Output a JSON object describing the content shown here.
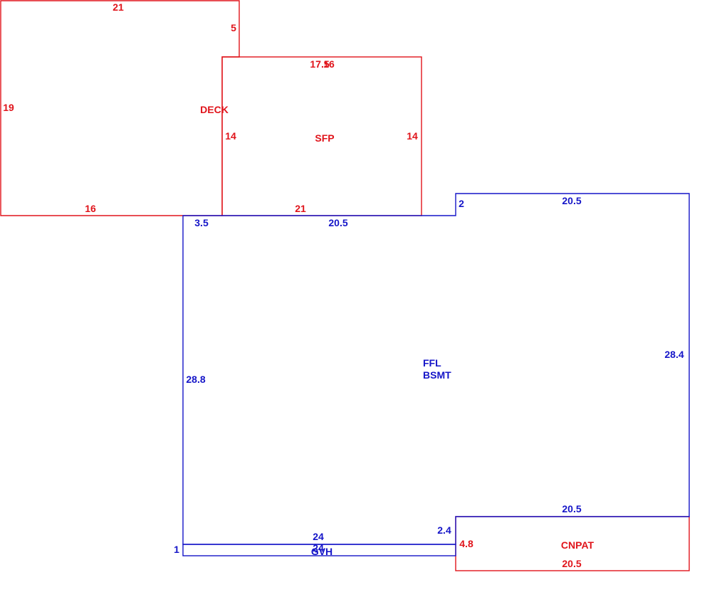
{
  "colors": {
    "red": "#e0141b",
    "blue": "#1515c8"
  },
  "areas": {
    "deck": {
      "name": "DECK",
      "dims": {
        "top": "21",
        "right_step": "5",
        "left": "19",
        "bottom": "16"
      }
    },
    "sfp": {
      "name": "SFP",
      "dims": {
        "top": "17.5",
        "top_overlap": "16",
        "left": "14",
        "right": "14",
        "bottom": "21"
      }
    },
    "main": {
      "name_line1": "FFL",
      "name_line2": "BSMT",
      "dims": {
        "top_left_step": "3.5",
        "top_left": "20.5",
        "step_up": "2",
        "top_right": "20.5",
        "left": "28.8",
        "right": "28.4",
        "bottom_right": "20.5",
        "step_down": "2.4"
      }
    },
    "gvh": {
      "name": "GVH",
      "dims": {
        "left": "1",
        "top": "24",
        "bottom": "24"
      }
    },
    "cnpat": {
      "name": "CNPAT",
      "dims": {
        "left": "4.8",
        "bottom": "20.5"
      }
    }
  }
}
